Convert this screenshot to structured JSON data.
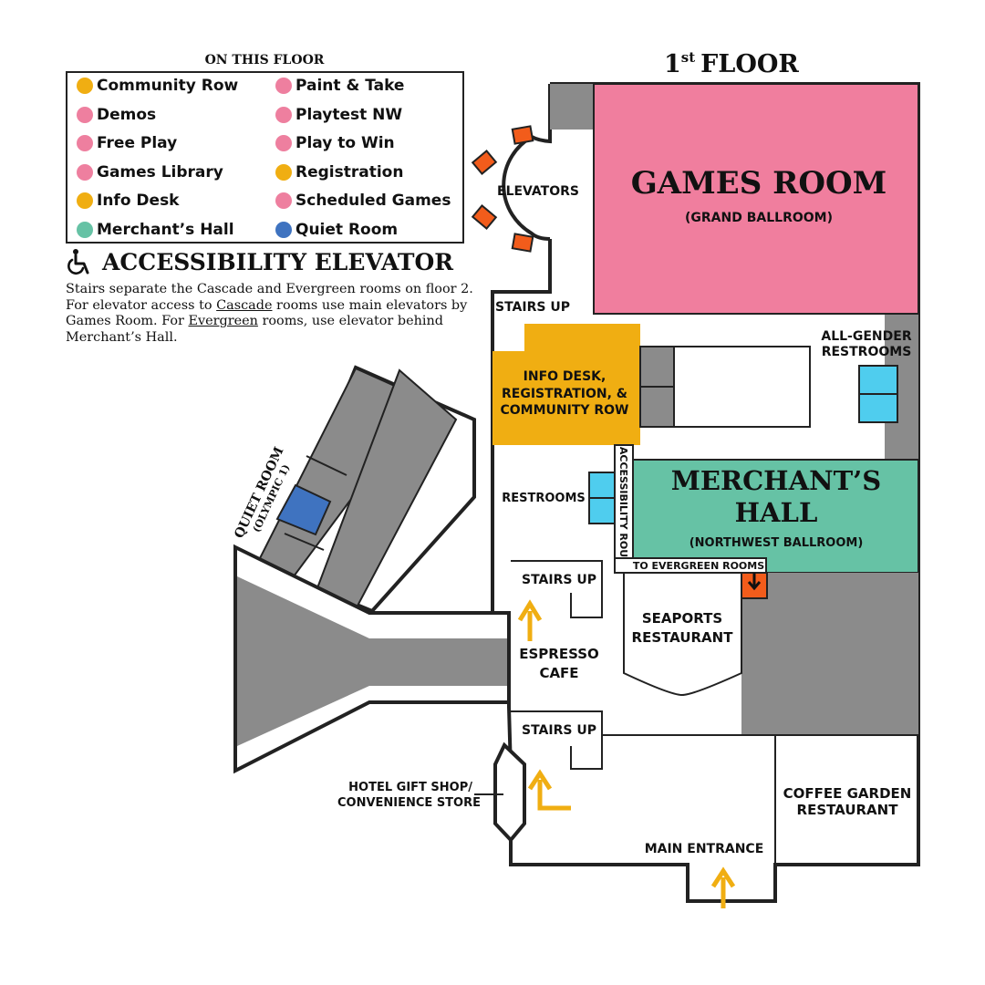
{
  "floor_title": {
    "ordinal": "1",
    "superscript": "st",
    "word": "FLOOR"
  },
  "legend": {
    "title": "ON THIS FLOOR",
    "items": [
      {
        "label": "Community Row",
        "color": "#f0ae12"
      },
      {
        "label": "Paint & Take",
        "color": "#ee7f9f"
      },
      {
        "label": "Demos",
        "color": "#ee7f9f"
      },
      {
        "label": "Playtest NW",
        "color": "#ee7f9f"
      },
      {
        "label": "Free Play",
        "color": "#ee7f9f"
      },
      {
        "label": "Play to Win",
        "color": "#ee7f9f"
      },
      {
        "label": "Games Library",
        "color": "#ee7f9f"
      },
      {
        "label": "Registration",
        "color": "#f0ae12"
      },
      {
        "label": "Info Desk",
        "color": "#f0ae12"
      },
      {
        "label": "Scheduled Games",
        "color": "#ee7f9f"
      },
      {
        "label": "Merchant’s Hall",
        "color": "#66c2a5"
      },
      {
        "label": "Quiet Room",
        "color": "#3f73c0"
      }
    ]
  },
  "accessibility": {
    "heading": "ACCESSIBILITY ELEVATOR",
    "icon": "wheelchair-icon",
    "text_1": "Stairs separate the Cascade and Evergreen rooms on floor 2. For elevator access to ",
    "link_cascade": "Cascade",
    "text_2": " rooms use main elevators by Games Room. For ",
    "link_evergreen": "Evergreen",
    "text_3": " rooms, use elevator behind Merchant’s Hall."
  },
  "rooms": {
    "games_room": {
      "name": "GAMES ROOM",
      "sub": "(GRAND BALLROOM)",
      "color": "#f07e9e"
    },
    "merchants_hall": {
      "line1": "MERCHANT’S",
      "line2": "HALL",
      "sub": "(NORTHWEST BALLROOM)",
      "color": "#66c2a5"
    },
    "info_desk": {
      "line1": "INFO DESK,",
      "line2": "REGISTRATION, &",
      "line3": "COMMUNITY ROW",
      "color": "#f0ae12"
    },
    "quiet_room": {
      "line1": "QUIET ROOM",
      "line2": "(OLYMPIC 1)",
      "color": "#3f73c0"
    },
    "elevators": "ELEVATORS",
    "stairs_up": "STAIRS UP",
    "all_gender_1": "ALL-GENDER",
    "all_gender_2": "RESTROOMS",
    "restrooms": "RESTROOMS",
    "accessibility_route": "ACCESSIBILITY ROUTE",
    "to_evergreen": "TO EVERGREEN ROOMS",
    "seaports_1": "SEAPORTS",
    "seaports_2": "RESTAURANT",
    "espresso_1": "ESPRESSO",
    "espresso_2": "CAFE",
    "gift_shop_1": "HOTEL GIFT SHOP/",
    "gift_shop_2": "CONVENIENCE STORE",
    "coffee_garden_1": "COFFEE GARDEN",
    "coffee_garden_2": "RESTAURANT",
    "main_entrance": "MAIN ENTRANCE"
  },
  "colors": {
    "walls": "#222222",
    "gray_areas": "#8b8b8b",
    "restroom": "#4fcdee",
    "elevator": "#f25c1b",
    "arrow": "#f0ae12"
  }
}
